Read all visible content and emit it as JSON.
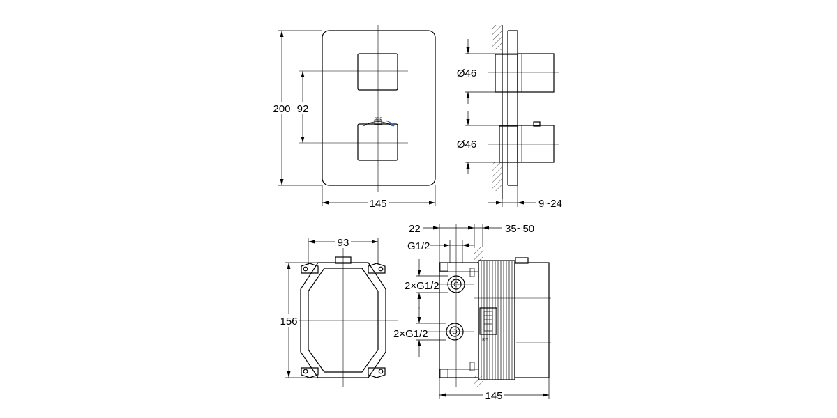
{
  "front_view": {
    "height": "200",
    "spacing": "92",
    "width": "145",
    "dial_text": "38°C"
  },
  "side_view": {
    "diameter_top": "Ø46",
    "diameter_bottom": "Ø46",
    "projection": "9~24"
  },
  "box_front": {
    "width": "93",
    "height": "156"
  },
  "box_side": {
    "depth_front": "22",
    "depth_range": "35~50",
    "inlet": "G1/2",
    "outlet_top": "2×G1/2",
    "outlet_bottom": "2×G1/2",
    "hot_label": "HOT",
    "width": "145"
  },
  "colors": {
    "line": "#000000",
    "dial_arc": "#1f5fbf"
  }
}
